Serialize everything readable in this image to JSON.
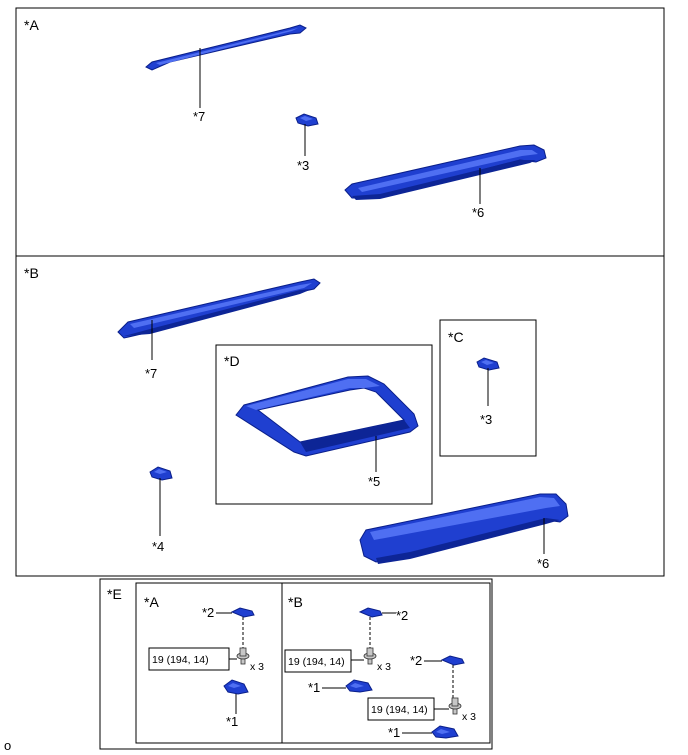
{
  "frames": {
    "A": "*A",
    "B": "*B",
    "C": "*C",
    "D": "*D",
    "E": "*E",
    "E_A": "*A",
    "E_B": "*B"
  },
  "parts": {
    "p1": "*1",
    "p2": "*2",
    "p3": "*3",
    "p4": "*4",
    "p5": "*5",
    "p6": "*6",
    "p7": "*7"
  },
  "torque": {
    "value": "19 (194, 14)",
    "qty": "x 3"
  },
  "footer_code": "o",
  "colors": {
    "part_fill": "#1f3fd0",
    "part_stroke": "#0a1f8a"
  }
}
